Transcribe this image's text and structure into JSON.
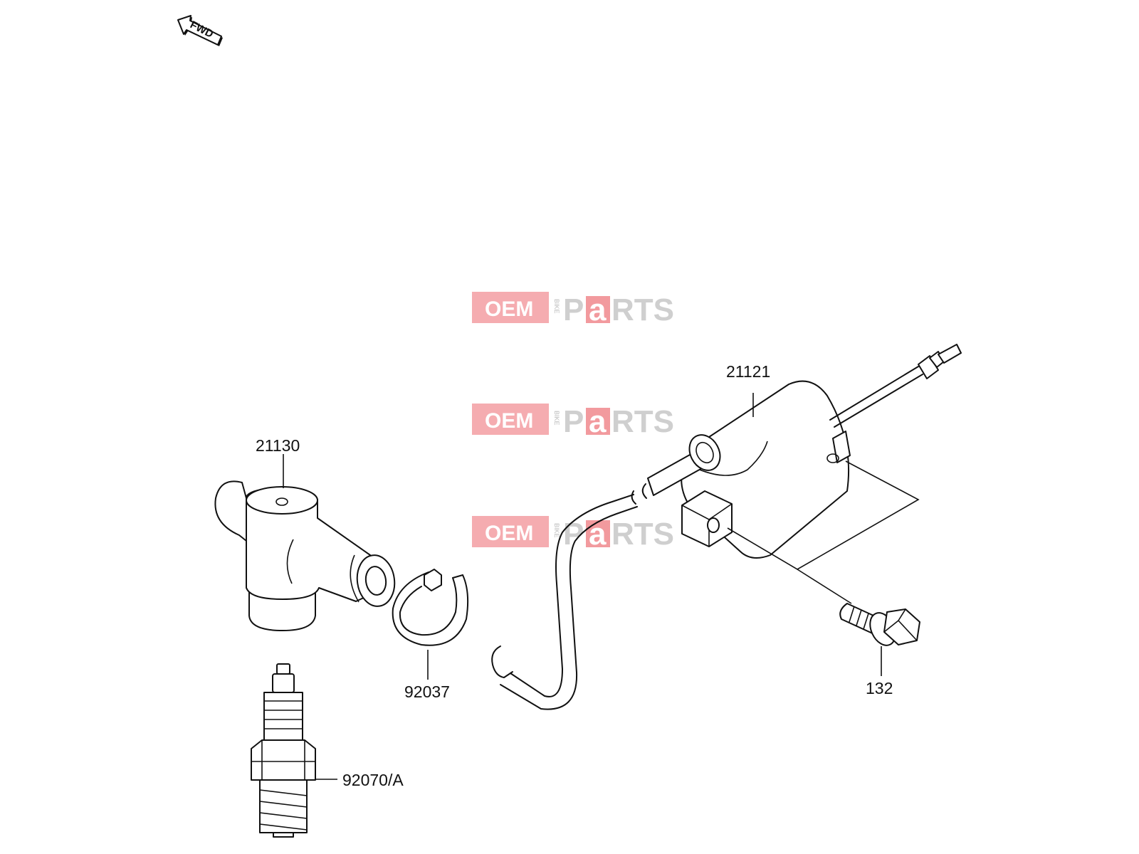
{
  "orientation_badge": {
    "text": "FWD",
    "icon": "forward-arrow-icon"
  },
  "watermark": {
    "oem": "OEM",
    "bike": "BIKE",
    "parts_p": "P",
    "parts_a": "a",
    "parts_rest": "RTS",
    "colors": {
      "red": "#e8474f",
      "light_red": "#f0a2a6",
      "gray": "#cfcfcf",
      "dark_gray": "#9a9a9a"
    }
  },
  "parts": [
    {
      "id": "21130",
      "label": "21130",
      "description_icon": "spark-plug-cap-icon"
    },
    {
      "id": "92037",
      "label": "92037",
      "description_icon": "band-clamp-icon"
    },
    {
      "id": "92070/A",
      "label": "92070/A",
      "description_icon": "spark-plug-icon"
    },
    {
      "id": "21121",
      "label": "21121",
      "description_icon": "ignition-coil-icon"
    },
    {
      "id": "132",
      "label": "132",
      "description_icon": "flange-bolt-icon"
    }
  ],
  "colors": {
    "line": "#111111",
    "background": "#ffffff"
  }
}
